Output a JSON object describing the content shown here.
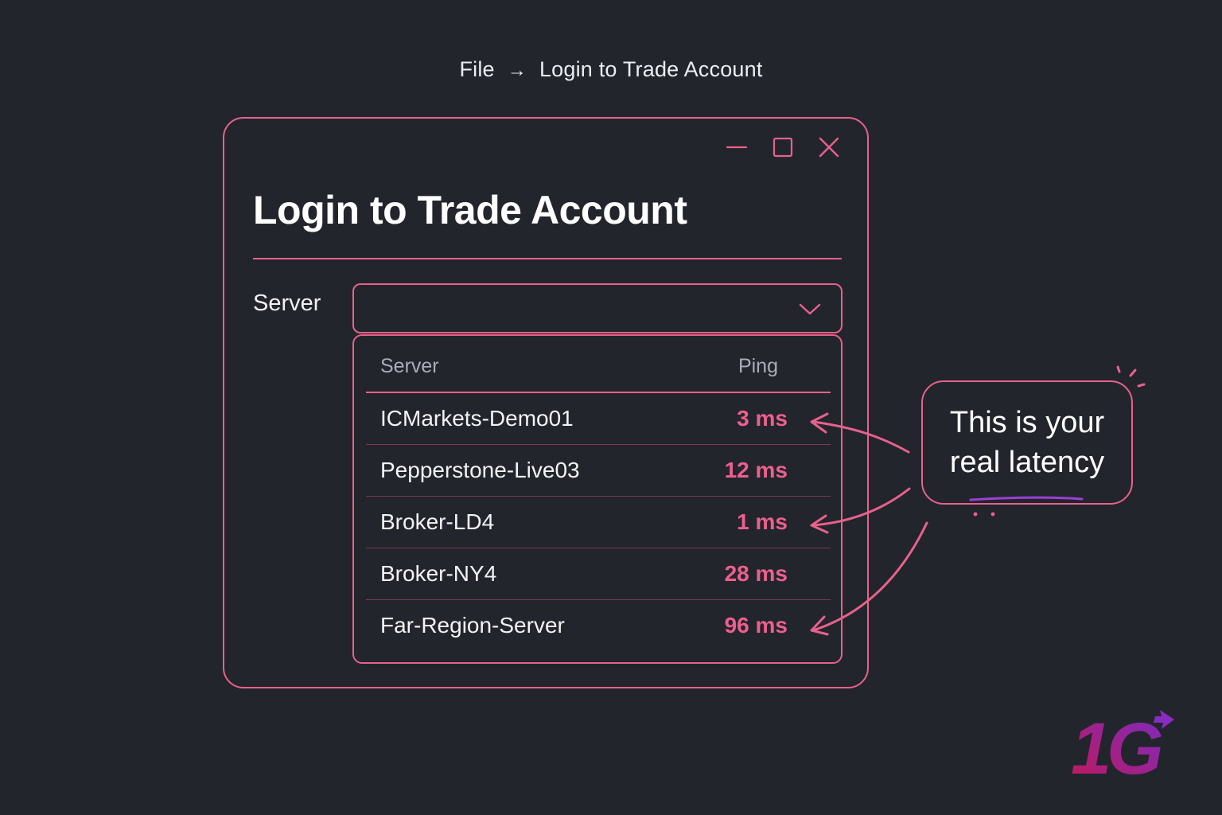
{
  "breadcrumb": {
    "menu": "File",
    "separator": "→",
    "item": "Login to Trade Account"
  },
  "window_controls": [
    "minimize-icon",
    "maximize-icon",
    "close-icon"
  ],
  "dialog": {
    "title": "Login to Trade Account",
    "server_label": "Server",
    "server_value": ""
  },
  "dropdown": {
    "columns": {
      "server": "Server",
      "ping": "Ping"
    },
    "rows": [
      {
        "server": "ICMarkets-Demo01",
        "ping": "3 ms"
      },
      {
        "server": "Pepperstone-Live03",
        "ping": "12 ms"
      },
      {
        "server": "Broker-LD4",
        "ping": "1 ms"
      },
      {
        "server": "Broker-NY4",
        "ping": "28 ms"
      },
      {
        "server": "Far-Region-Server",
        "ping": "96 ms"
      }
    ]
  },
  "callout": {
    "text": "This is your real latency"
  },
  "colors": {
    "background": "#22252c",
    "accent": "#e8618c",
    "ping": "#ee5f8e",
    "logo_start": "#c2185b",
    "logo_end": "#7b2cbf"
  },
  "logo": {
    "text": "1G"
  }
}
